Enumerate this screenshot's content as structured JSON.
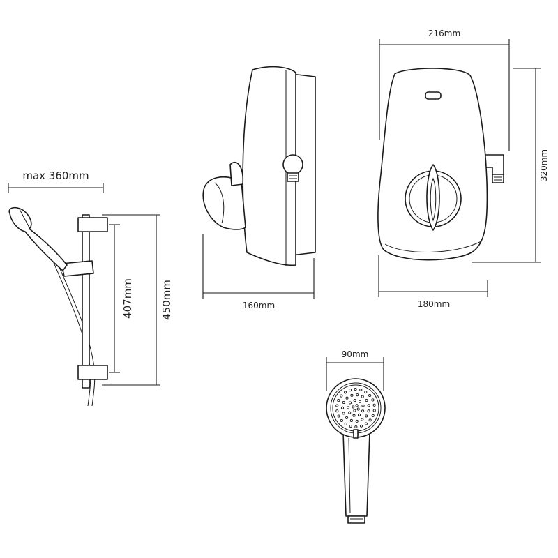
{
  "dimensions": {
    "rail_reach": "max 360mm",
    "rail_inner": "407mm",
    "rail_outer": "450mm",
    "side_depth": "160mm",
    "front_width_top": "216mm",
    "front_width_bottom": "180mm",
    "front_height": "320mm",
    "handset_diameter": "90mm"
  },
  "colors": {
    "line": "#1a1a1a",
    "background": "#ffffff"
  }
}
